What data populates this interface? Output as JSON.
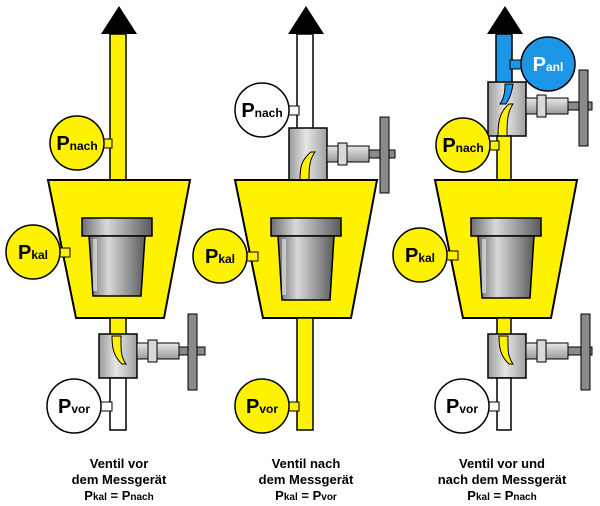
{
  "colors": {
    "pipe_yellow": "#FFF200",
    "measurement_blue": "#1E96E8",
    "valve_gray": "#BFBFBF",
    "handwheel_gray": "#8A8A8A",
    "outline": "#000000"
  },
  "panels": [
    {
      "caption": [
        "Ventil vor",
        "dem Messgerät"
      ],
      "equation": {
        "lhs_main": "P",
        "lhs_sub": "kal",
        "op": "=",
        "rhs_main": "P",
        "rhs_sub": "nach"
      },
      "gauges": [
        {
          "main": "P",
          "sub": "nach",
          "fill": "yellow"
        },
        {
          "main": "P",
          "sub": "kal",
          "fill": "yellow"
        },
        {
          "main": "P",
          "sub": "vor",
          "fill": "white"
        }
      ]
    },
    {
      "caption": [
        "Ventil nach",
        "dem Messgerät"
      ],
      "equation": {
        "lhs_main": "P",
        "lhs_sub": "kal",
        "op": "=",
        "rhs_main": "P",
        "rhs_sub": "vor"
      },
      "gauges": [
        {
          "main": "P",
          "sub": "nach",
          "fill": "white"
        },
        {
          "main": "P",
          "sub": "kal",
          "fill": "yellow"
        },
        {
          "main": "P",
          "sub": "vor",
          "fill": "yellow"
        }
      ]
    },
    {
      "caption": [
        "Ventil vor und",
        "nach dem Messgerät"
      ],
      "equation": {
        "lhs_main": "P",
        "lhs_sub": "kal",
        "op": "=",
        "rhs_main": "P",
        "rhs_sub": "nach"
      },
      "gauges": [
        {
          "main": "P",
          "sub": "anl",
          "fill": "blue"
        },
        {
          "main": "P",
          "sub": "nach",
          "fill": "yellow"
        },
        {
          "main": "P",
          "sub": "kal",
          "fill": "yellow"
        },
        {
          "main": "P",
          "sub": "vor",
          "fill": "white"
        }
      ]
    }
  ]
}
